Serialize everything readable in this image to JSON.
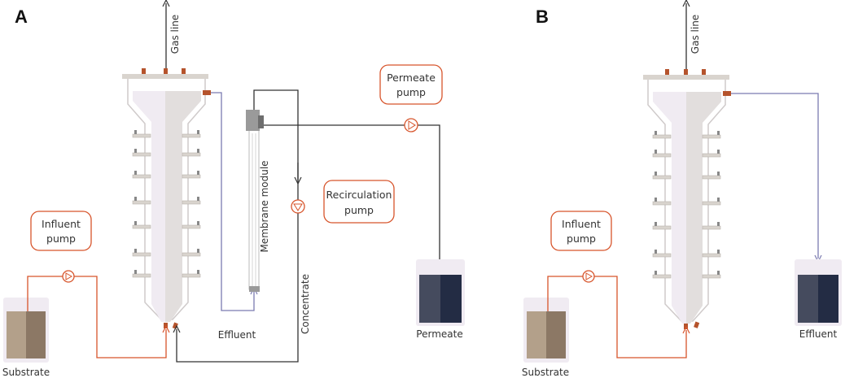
{
  "colors": {
    "red": "#d7542b",
    "pipe_dark": "#333333",
    "pipe_purple": "#7b7bb0",
    "reactor_light": "#f0ebf2",
    "reactor_shade": "#e2dedd",
    "flange": "#d9d4ce",
    "substrate_light": "#b3a08a",
    "substrate_dark": "#8c7865",
    "permeate_light": "#454b5e",
    "permeate_dark": "#232c44",
    "membrane_grey": "#9a9a9a"
  },
  "panels": [
    {
      "letter": "A",
      "labels": {
        "gas_line": "Gas line",
        "influent_pump": [
          "Influent",
          "pump"
        ],
        "permeate_pump": [
          "Permeate",
          "pump"
        ],
        "recirculation_pump": [
          "Recirculation",
          "pump"
        ],
        "membrane_module": "Membrane module",
        "concentrate": "Concentrate",
        "effluent": "Effluent",
        "substrate": "Substrate",
        "permeate": "Permeate"
      }
    },
    {
      "letter": "B",
      "labels": {
        "gas_line": "Gas line",
        "influent_pump": [
          "Influent",
          "pump"
        ],
        "substrate": "Substrate",
        "effluent": "Effluent"
      }
    }
  ]
}
